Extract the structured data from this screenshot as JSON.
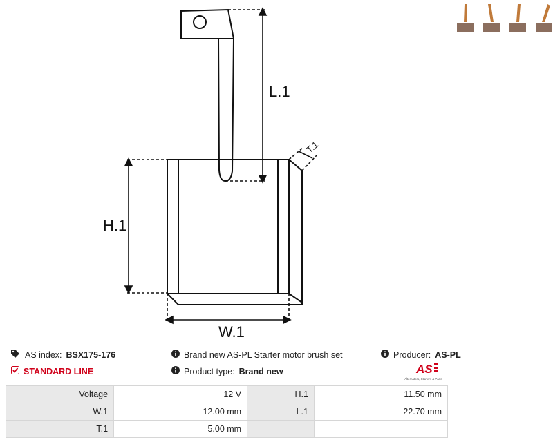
{
  "drawing": {
    "labels": {
      "l1": "L.1",
      "h1": "H.1",
      "w1": "W.1",
      "t1": "T.1"
    }
  },
  "thumbnails": [
    {
      "name": "brush-thumb-1"
    },
    {
      "name": "brush-thumb-2"
    },
    {
      "name": "brush-thumb-3"
    },
    {
      "name": "brush-thumb-4"
    }
  ],
  "info": {
    "as_index_label": "AS index:",
    "as_index_value": "BSX175-176",
    "standard_line": "STANDARD LINE",
    "description": "Brand new AS-PL Starter motor brush set",
    "product_type_label": "Product type:",
    "product_type_value": "Brand new",
    "producer_label": "Producer:",
    "producer_value": "AS-PL",
    "logo_text": "AS",
    "logo_tagline": "Alternators, Starters & Parts"
  },
  "colors": {
    "accent": "#d0021b",
    "label_bg": "#e9e9e9",
    "brush": "#9a6a4a"
  },
  "specs": {
    "rows": [
      [
        {
          "label": "Voltage",
          "value": "12 V"
        },
        {
          "label": "H.1",
          "value": "11.50 mm"
        }
      ],
      [
        {
          "label": "W.1",
          "value": "12.00 mm"
        },
        {
          "label": "L.1",
          "value": "22.70 mm"
        }
      ],
      [
        {
          "label": "T.1",
          "value": "5.00 mm"
        },
        {
          "label": "",
          "value": ""
        }
      ]
    ]
  }
}
